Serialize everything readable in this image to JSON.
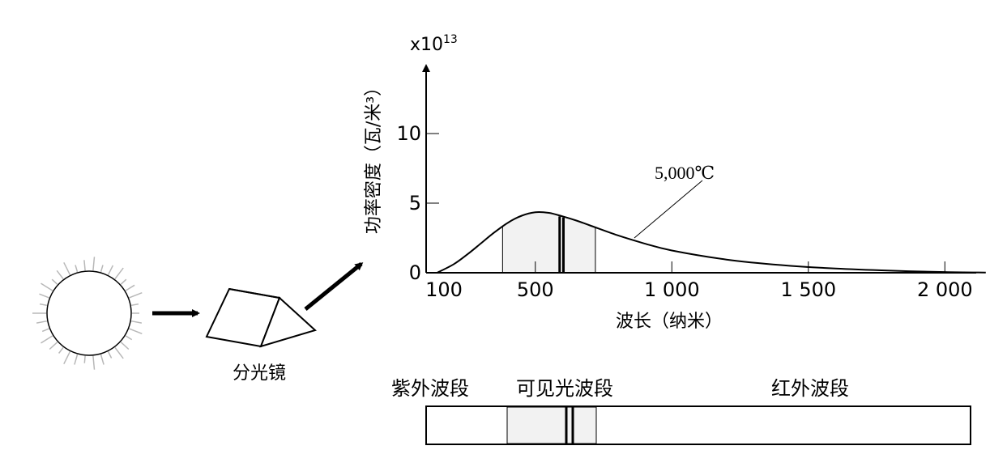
{
  "labels": {
    "spectroscope": "分光镜",
    "y_axis_title": "功率密度（瓦/米³）",
    "y_multiplier_base": "x10",
    "y_multiplier_exp": "13",
    "x_axis_title": "波长（纳米）",
    "curve_label": "5,000℃"
  },
  "bands": {
    "uv": "紫外波段",
    "visible": "可见光波段",
    "ir": "红外波段"
  },
  "colors": {
    "line": "#000000",
    "visible_fill": "#f2f2f2",
    "sun_rays": "#b8b8b8"
  },
  "chart_data": {
    "type": "line",
    "title": "",
    "xlabel": "波长（纳米）",
    "ylabel": "功率密度（瓦/米³）",
    "y_multiplier": "x10^13",
    "xlim": [
      100,
      2150
    ],
    "ylim": [
      0,
      14
    ],
    "x_ticks": [
      {
        "value": 100,
        "label": "100"
      },
      {
        "value": 500,
        "label": "500"
      },
      {
        "value": 1000,
        "label": "1 000"
      },
      {
        "value": 1500,
        "label": "1 500"
      },
      {
        "value": 2000,
        "label": "2 000"
      }
    ],
    "y_ticks": [
      {
        "value": 0,
        "label": "0"
      },
      {
        "value": 5,
        "label": "5"
      },
      {
        "value": 10,
        "label": "10"
      }
    ],
    "series": [
      {
        "name": "5,000℃",
        "x": [
          140,
          200,
          250,
          300,
          350,
          400,
          450,
          500,
          550,
          600,
          650,
          700,
          800,
          900,
          1000,
          1200,
          1400,
          1600,
          1800,
          2000,
          2150
        ],
        "y": [
          0.0,
          0.6,
          1.3,
          2.1,
          2.9,
          3.6,
          4.1,
          4.35,
          4.3,
          4.05,
          3.75,
          3.4,
          2.7,
          2.1,
          1.6,
          0.95,
          0.55,
          0.3,
          0.15,
          0.05,
          0.02
        ]
      }
    ],
    "visible_range": [
      380,
      720
    ],
    "absorption_lines": [
      589,
      603
    ]
  }
}
